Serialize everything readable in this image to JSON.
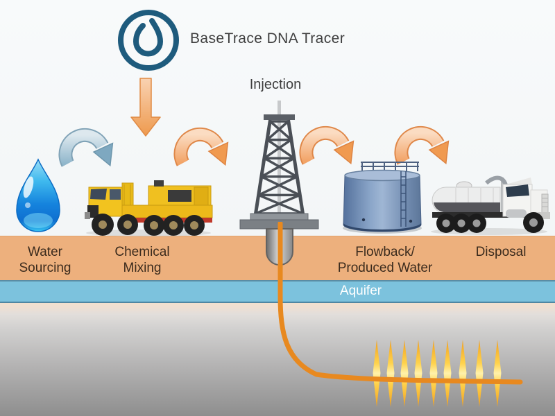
{
  "brand": {
    "name": "BaseTrace DNA Tracer",
    "logo_icon": "water-drop-logo-icon"
  },
  "stages": [
    {
      "id": "water-sourcing",
      "line1": "Water",
      "line2": "Sourcing",
      "icon": "water-drop"
    },
    {
      "id": "chemical-mixing",
      "line1": "Chemical",
      "line2": "Mixing",
      "icon": "pump-truck"
    },
    {
      "id": "injection",
      "line1": "Injection",
      "line2": "",
      "icon": "drilling-rig"
    },
    {
      "id": "flowback-produced-water",
      "line1": "Flowback/",
      "line2": "Produced Water",
      "icon": "storage-tank"
    },
    {
      "id": "disposal",
      "line1": "Disposal",
      "line2": "",
      "icon": "vacuum-truck"
    }
  ],
  "layers": {
    "aquifer_label": "Aquifer"
  },
  "colors": {
    "ground_tan": "#edb07d",
    "aquifer_blue": "#7cc2dd",
    "aquifer_border": "#5590ab",
    "tracer_orange": "#e8891f",
    "arrow_orange_fill": "#f6bb8e",
    "arrow_orange_border": "#df8748",
    "arrow_blue_fill": "#aec9d8",
    "arrow_blue_border": "#7fa2b6",
    "logo_teal": "#1e5b7d",
    "frack_spike_gold": "#ffd34d",
    "label_text": "#3b2b1d"
  }
}
